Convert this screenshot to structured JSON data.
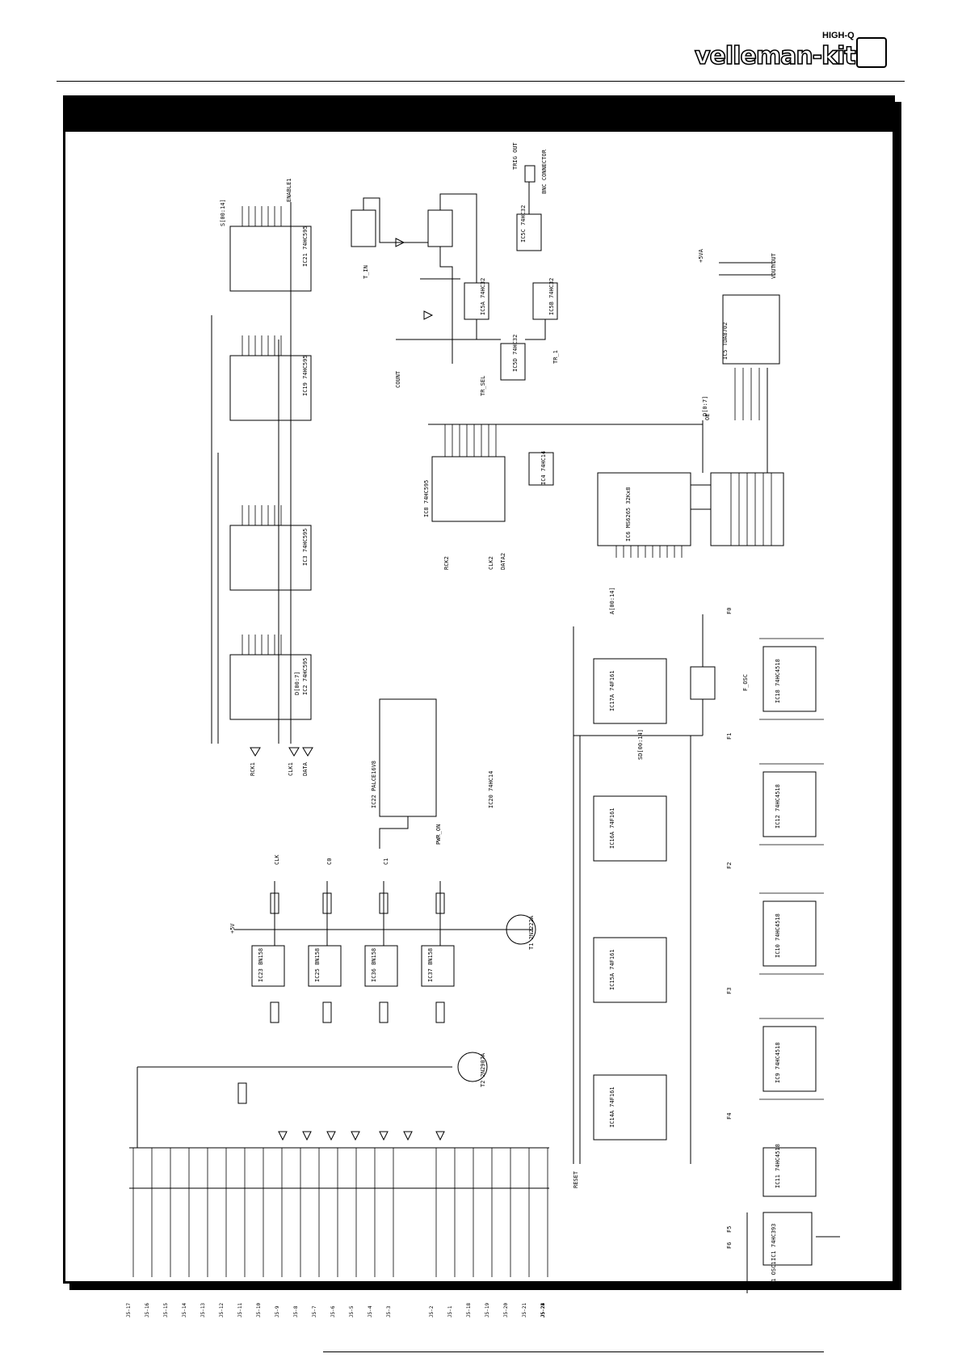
{
  "brand": {
    "name": "velleman-kit",
    "tag": "HIGH-Q"
  },
  "sheet": {
    "title": ""
  },
  "ic_labels": [
    "IC21 74HC595",
    "IC19 74HC595",
    "IC3 74HC595",
    "IC2 74HC595",
    "IC22 PALCE16V8",
    "IC20 74HC14",
    "IC5C 74HC32",
    "IC5A 74HC32",
    "IC5B 74HC32",
    "IC5D 74HC32",
    "IC8 74HC595",
    "IC4 74HC14",
    "IC6 MS6265 32Kx8",
    "IC5 TDA8702",
    "IC17A 74F161",
    "IC16A 74F161",
    "IC15A 74F161",
    "IC14A 74F161",
    "IC18 74HC4518",
    "IC12 74HC4518",
    "IC10 74HC4518",
    "IC9 74HC4518",
    "IC11 74HC4518",
    "IC1 74HC393",
    "IC23 BN158",
    "IC25 BN158",
    "IC36 BN158",
    "IC37 BN158",
    "T1 2N2222A",
    "T2 2N2907A",
    "X1 OSC1"
  ],
  "net_labels": [
    "RCK1",
    "CLK1",
    "DATA",
    "CLK",
    "C0",
    "C1",
    "COUNT",
    "T_IN",
    "TR_SEL",
    "TR_1",
    "RESET",
    "ENABLE1",
    "TRIG OUT",
    "BNC CONNECTOR",
    "+5V",
    "+5VA",
    "YOUT",
    "VOUT",
    "F0",
    "F1",
    "F2",
    "F3",
    "F4",
    "F5",
    "F6",
    "F_OSC",
    "PWR_ON",
    "RCK2",
    "CLK2",
    "DATA2",
    "OE"
  ],
  "connector_labels": [
    "J5-17",
    "J5-16",
    "J5-15",
    "J5-14",
    "J5-13",
    "J5-12",
    "J5-11",
    "J5-10",
    "J5-9",
    "J5-8",
    "J5-7",
    "J5-6",
    "J5-5",
    "J5-4",
    "J5-3",
    "J5-2",
    "J5-1",
    "J5-18",
    "J5-19",
    "J5-20",
    "J5-21",
    "J5-22",
    "J5-23",
    "J5-24",
    "J5-25"
  ],
  "bus_labels": [
    "S[00:14]",
    "D[00:7]",
    "A[00:14]",
    "D[0:7]",
    "SD[00:14]"
  ]
}
